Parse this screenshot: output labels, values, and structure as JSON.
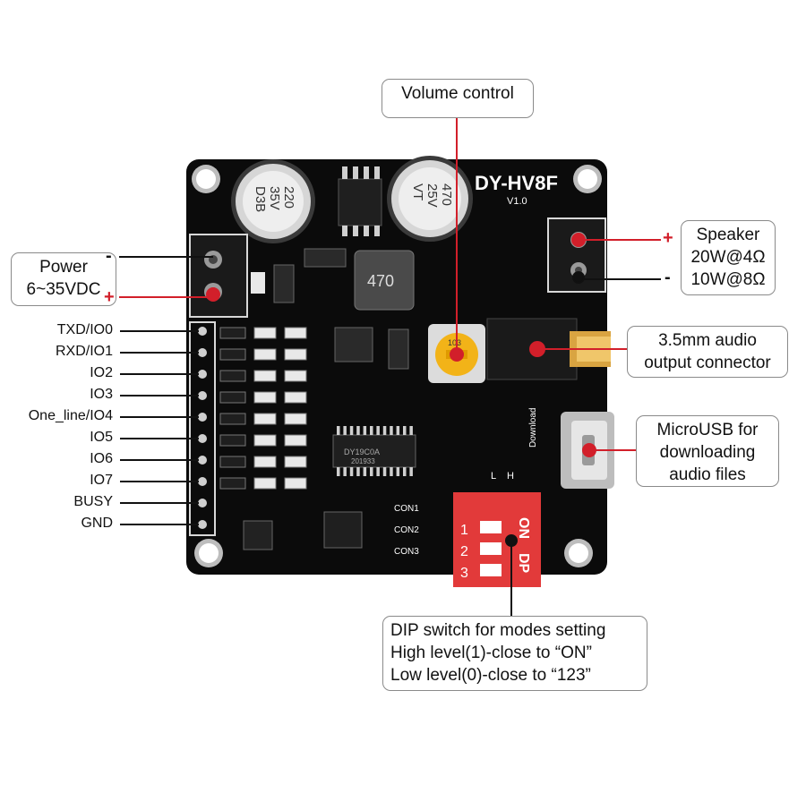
{
  "board": {
    "model": "DY-HV8F",
    "version": "V1.0",
    "inductor_marking": "470",
    "cap_left": [
      "220",
      "35V",
      "D3B"
    ],
    "cap_right": [
      "470",
      "25V",
      "VT"
    ],
    "chip_main": [
      "DY19C0A",
      "201933"
    ],
    "download_silk": "Download",
    "con_labels": [
      "CON1",
      "CON2",
      "CON3"
    ],
    "dip_on": "ON",
    "dip_dp": "DP",
    "dip_numbers": [
      "1",
      "2",
      "3"
    ],
    "l_label": "L",
    "h_label": "H",
    "pot_marking": "103"
  },
  "callouts": {
    "volume": [
      "Volume control"
    ],
    "power": [
      "Power",
      "6~35VDC"
    ],
    "speaker": [
      "Speaker",
      "20W@4Ω",
      "10W@8Ω"
    ],
    "audio_out": [
      "3.5mm audio",
      "output connector"
    ],
    "microusb": [
      "MicroUSB for",
      "downloading",
      "audio files"
    ],
    "dip": [
      "DIP switch for modes setting",
      "High level(1)-close to  “ON”",
      "Low level(0)-close to   “123”"
    ]
  },
  "signs": {
    "plus": "+",
    "minus": "-"
  },
  "pins": [
    "TXD/IO0",
    "RXD/IO1",
    "IO2",
    "IO3",
    "One_line/IO4",
    "IO5",
    "IO6",
    "IO7",
    "BUSY",
    "GND"
  ],
  "colors": {
    "pcb": "#0b0b0b",
    "pointer": "#d21f2a",
    "dip": "#e23a3a",
    "potentiometer": "#f2b318"
  }
}
